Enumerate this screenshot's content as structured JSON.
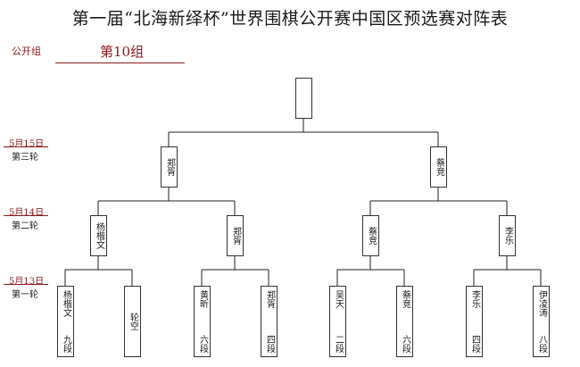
{
  "title": "第一届“北海新绎杯”世界围棋公开赛中国区预选赛对阵表",
  "group": {
    "label": "公开组",
    "name": "第10组"
  },
  "rounds": [
    {
      "date": "5月15日",
      "name": "第三轮"
    },
    {
      "date": "5月14日",
      "name": "第二轮"
    },
    {
      "date": "5月13日",
      "name": "第一轮"
    }
  ],
  "winner": "",
  "round3": [
    "郑胥",
    "蔡竞"
  ],
  "round2": [
    "杨楷文",
    "郑胥",
    "蔡竞",
    "李乐"
  ],
  "round1": [
    {
      "name": "杨楷文",
      "rank": "九段"
    },
    {
      "name": "轮空",
      "rank": ""
    },
    {
      "name": "黄昕",
      "rank": "六段"
    },
    {
      "name": "郑胥",
      "rank": "四段"
    },
    {
      "name": "吴天",
      "rank": "二段"
    },
    {
      "name": "蔡竞",
      "rank": "六段"
    },
    {
      "name": "李乐",
      "rank": "四段"
    },
    {
      "name": "伊凌涛",
      "rank": "八段"
    }
  ]
}
